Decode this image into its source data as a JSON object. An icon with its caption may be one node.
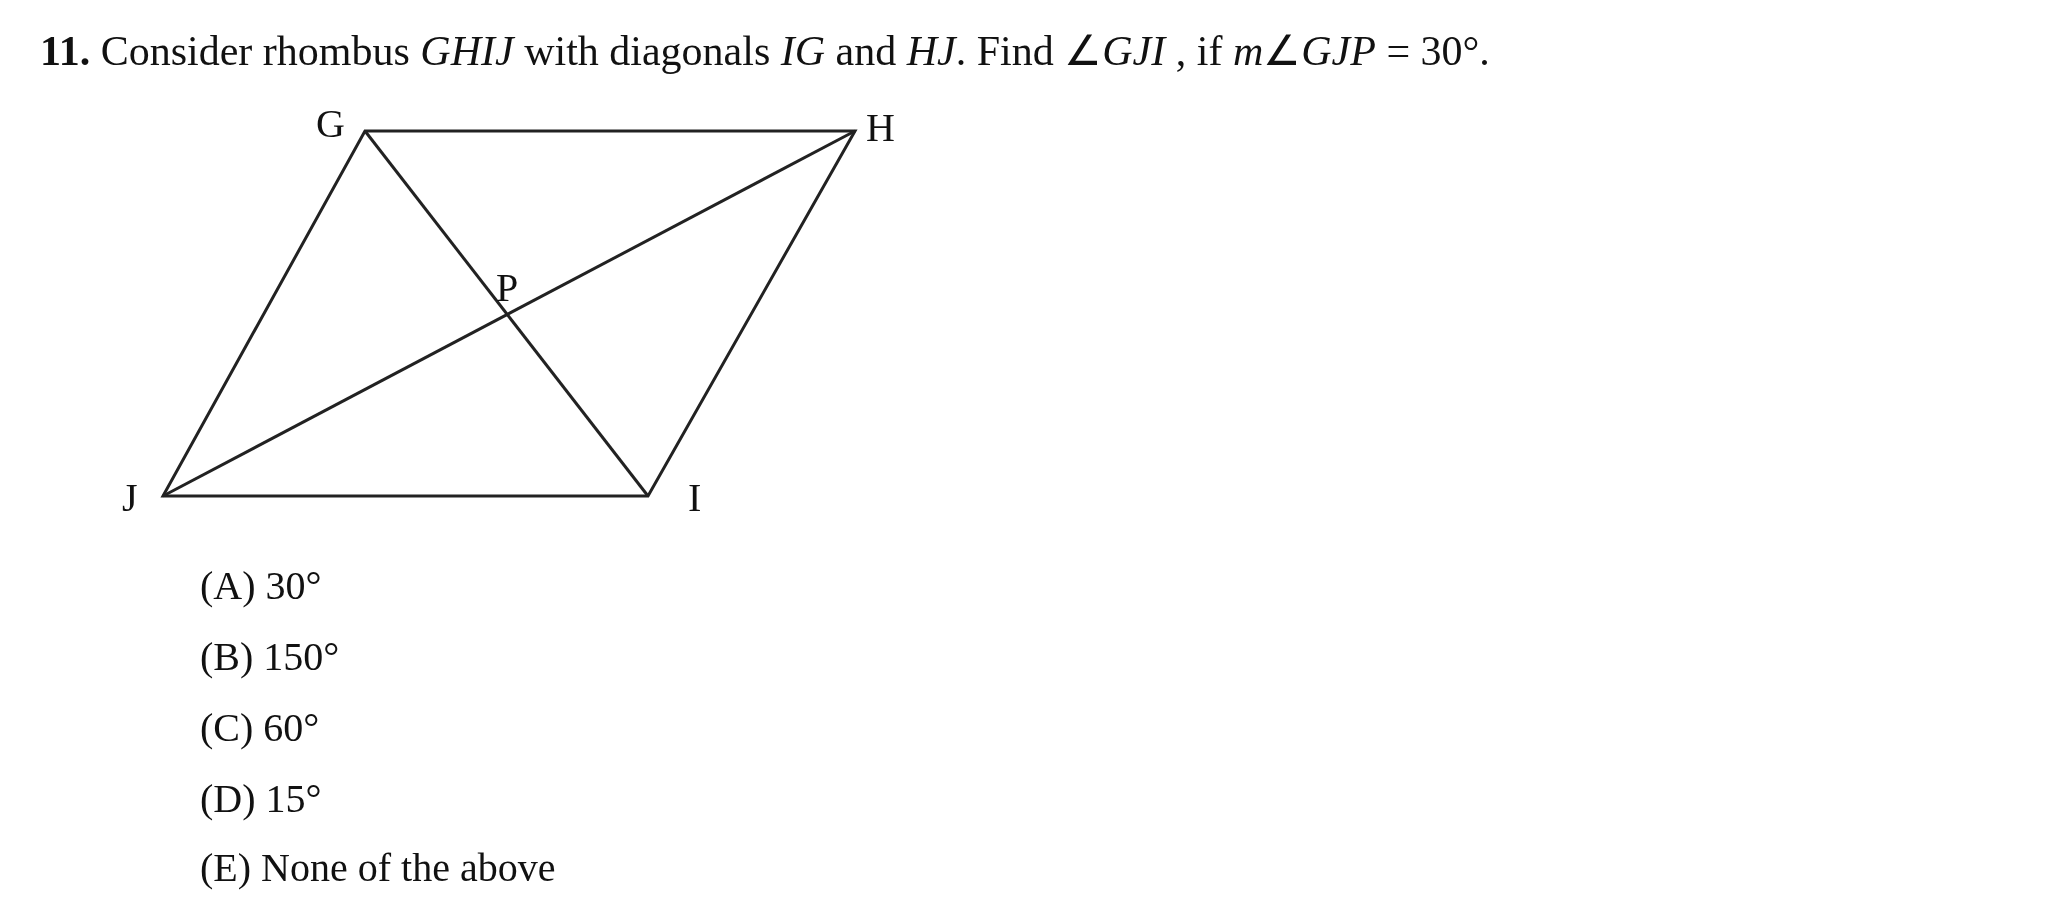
{
  "diagram": {
    "labels": [
      "**11.** Consider rhombus *GHIJ* with diagonals *IG* and *HJ*. Find ∠*GJI* , if *m*∠*GJP* = 30°.",
      "G",
      "H",
      "P",
      "J",
      "I",
      "(A) 30°",
      "(B) 150°",
      "(C) 60°",
      "(D) 15°",
      "(E) None of the above"
    ]
  }
}
